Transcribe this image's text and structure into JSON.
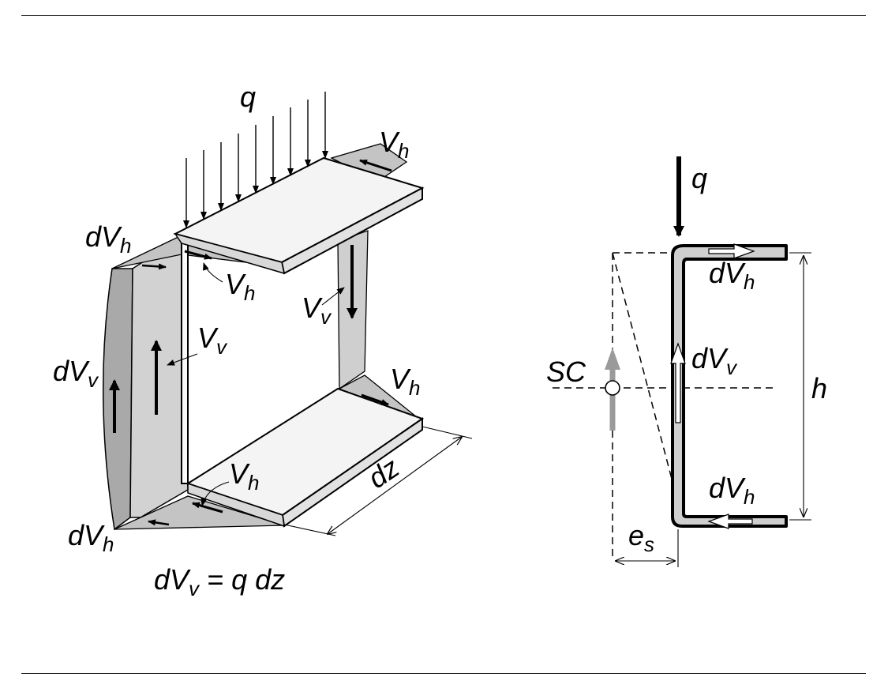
{
  "left_figure": {
    "load": "q",
    "flange_shear_top_right": {
      "main": "V",
      "sub": "h"
    },
    "flange_shear_top_left": {
      "main": "dV",
      "sub": "h"
    },
    "flange_shear_top_inner": {
      "main": "V",
      "sub": "h"
    },
    "web_shear_left": {
      "main": "V",
      "sub": "v"
    },
    "web_shear_right": {
      "main": "V",
      "sub": "v"
    },
    "web_increment": {
      "main": "dV",
      "sub": "v"
    },
    "flange_shear_bottom_right": {
      "main": "V",
      "sub": "h"
    },
    "flange_shear_bottom_inner": {
      "main": "V",
      "sub": "h"
    },
    "flange_shear_bottom_left": {
      "main": "dV",
      "sub": "h"
    },
    "length": "dz",
    "equation": {
      "lhs_main": "dV",
      "lhs_sub": "v",
      "rhs": " = q dz"
    }
  },
  "right_figure": {
    "load": "q",
    "shear_center": "SC",
    "top_flange": {
      "main": "dV",
      "sub": "h"
    },
    "web": {
      "main": "dV",
      "sub": "v"
    },
    "bottom_flange": {
      "main": "dV",
      "sub": "h"
    },
    "height": "h",
    "eccentricity": {
      "main": "e",
      "sub": "s"
    }
  },
  "colors": {
    "line": "#000000",
    "shear_fill": "#cfcfcf",
    "shear_fill_dark": "#a9a9a9",
    "flange_face": "#f4f4f4",
    "shear_center_arrow": "#9a9a9a"
  }
}
